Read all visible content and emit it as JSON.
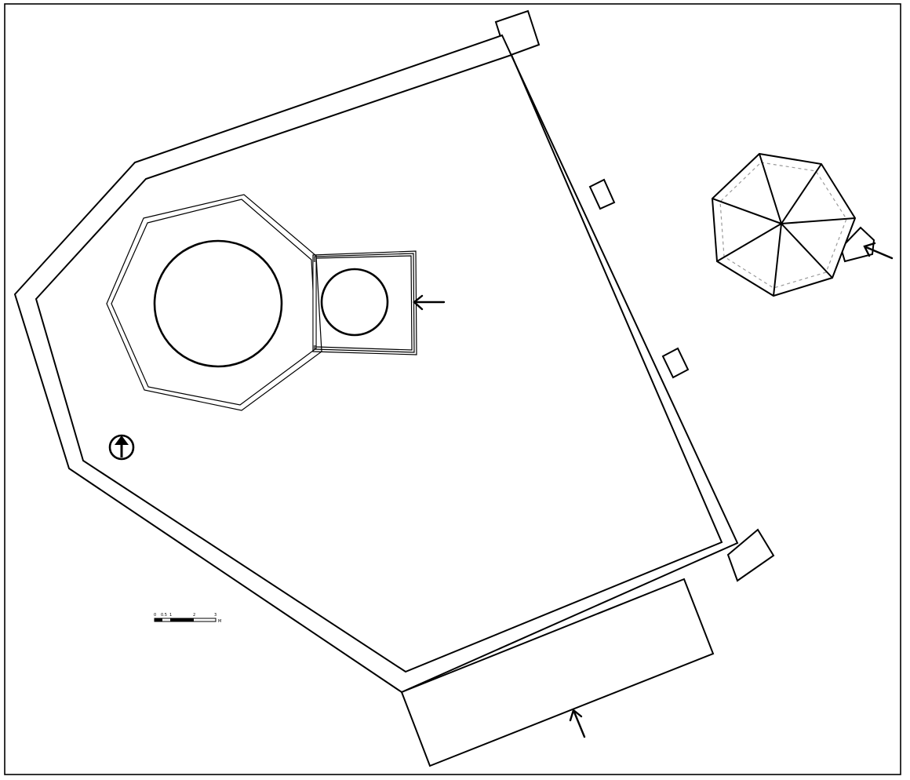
{
  "scale_bar": {
    "labels": [
      "0",
      "0.5",
      "1",
      "2",
      "3"
    ],
    "unit": "M"
  },
  "features": [
    "outer-enclosure-wall",
    "octagonal-hall",
    "domed-chamber",
    "square-annex",
    "annex-chamber",
    "octagonal-pavilion",
    "entrance-forecourt",
    "north-arrow",
    "scale-bar"
  ],
  "entrance_arrows": 3
}
